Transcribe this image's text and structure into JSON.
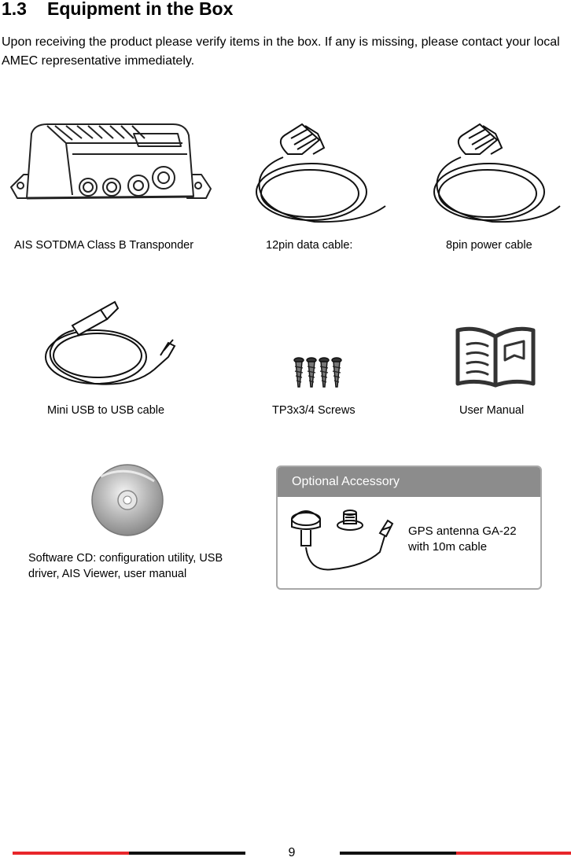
{
  "section": {
    "number": "1.3",
    "title": "Equipment in the Box",
    "intro": "Upon receiving the product please verify items in the box. If any is missing, please contact your local AMEC representative immediately."
  },
  "items": [
    {
      "icon": "transponder-icon",
      "caption": "AIS SOTDMA Class B Transponder"
    },
    {
      "icon": "data-cable-icon",
      "caption": "12pin data cable:"
    },
    {
      "icon": "power-cable-icon",
      "caption": "8pin power cable"
    },
    {
      "icon": "usb-cable-icon",
      "caption": "Mini USB to USB cable"
    },
    {
      "icon": "screws-icon",
      "caption": "TP3x3/4 Screws"
    },
    {
      "icon": "manual-icon",
      "caption": "User Manual"
    },
    {
      "icon": "cd-icon",
      "caption": "Software CD: configuration utility, USB driver, AIS Viewer, user manual"
    }
  ],
  "optional": {
    "header": "Optional Accessory",
    "icon": "gps-antenna-icon",
    "caption": "GPS antenna GA-22 with 10m cable"
  },
  "footer": {
    "page_number": "9",
    "colors": {
      "red": "#e8262a",
      "black": "#111111"
    }
  }
}
